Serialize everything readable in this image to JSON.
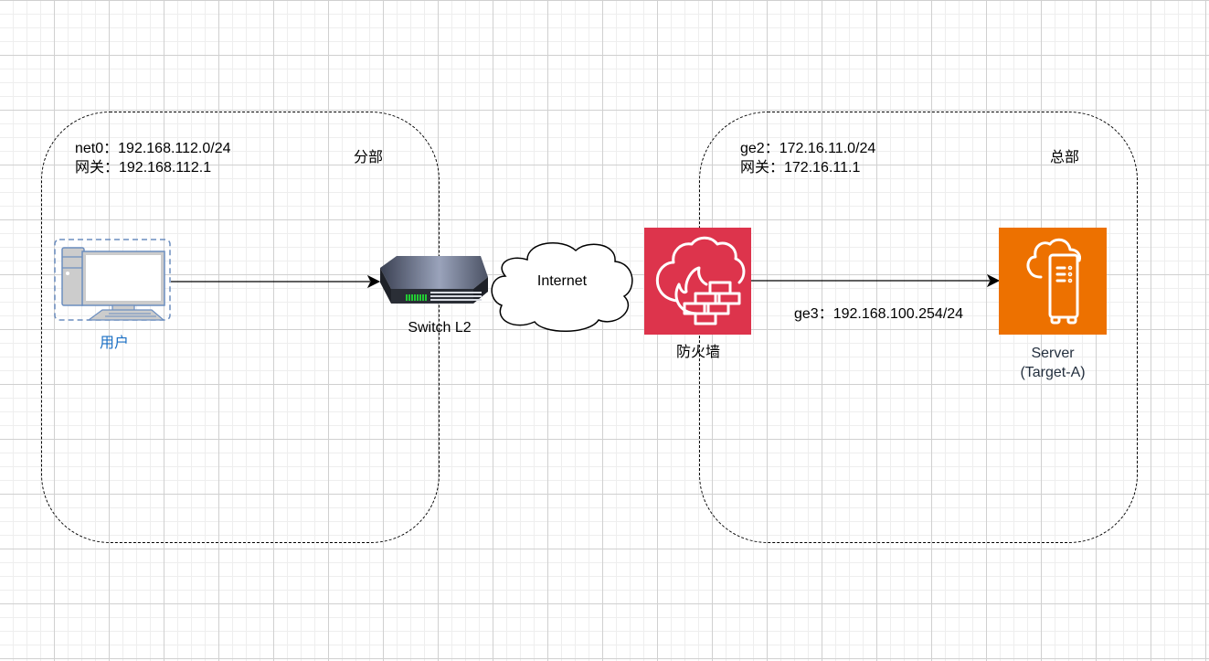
{
  "branch": {
    "title": "分部",
    "net_line": "net0：192.168.112.0/24",
    "gateway_line": "网关：192.168.112.1"
  },
  "headquarters": {
    "title": "总部",
    "net_line": "ge2：172.16.11.0/24",
    "gateway_line": "网关：172.16.11.1"
  },
  "nodes": {
    "user": {
      "label": "用户",
      "icon": "desktop-computer-icon",
      "color": "#1a6fc4"
    },
    "switch": {
      "label": "Switch L2",
      "icon": "network-switch-icon"
    },
    "internet": {
      "label": "Internet",
      "icon": "cloud-icon"
    },
    "firewall": {
      "label": "防火墙",
      "icon": "firewall-icon",
      "color": "#DD344C"
    },
    "server": {
      "line1": "Server",
      "line2": "(Target-A)",
      "icon": "cloud-server-icon",
      "color": "#ED7100"
    }
  },
  "edges": {
    "user_to_switch": {
      "from": "用户",
      "to": "Switch L2"
    },
    "firewall_to_server": {
      "from": "防火墙",
      "to": "Server",
      "label": "ge3：192.168.100.254/24"
    }
  }
}
